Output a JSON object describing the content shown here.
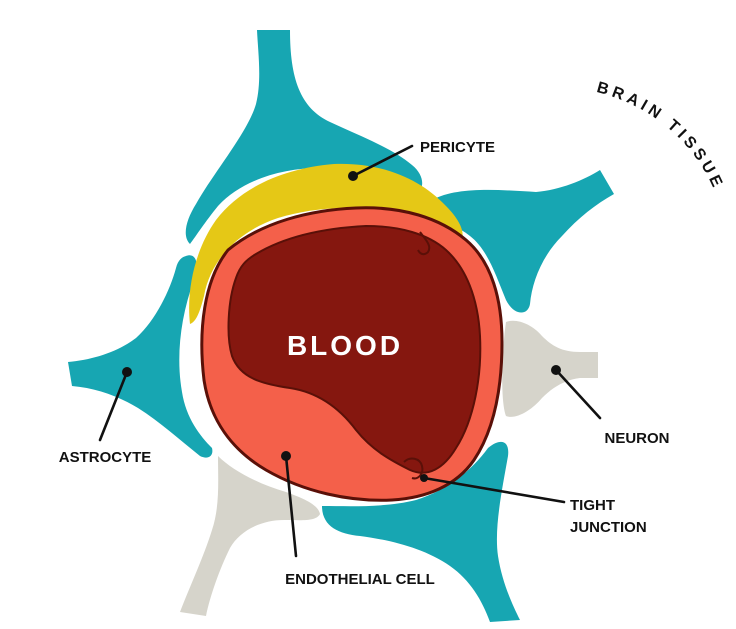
{
  "labels": {
    "blood": "BLOOD",
    "pericyte": "PERICYTE",
    "astrocyte": "ASTROCYTE",
    "neuron": "NEURON",
    "tight_junction_line1": "TIGHT",
    "tight_junction_line2": "JUNCTION",
    "endothelial_cell": "ENDOTHELIAL CELL",
    "brain_tissue": "BRAIN TISSUE"
  },
  "colors": {
    "astrocyte": "#17a6b2",
    "neuron": "#d6d4cb",
    "pericyte": "#e5c816",
    "endothelial": "#f4604a",
    "blood": "#85170f",
    "outline": "#5a1008"
  }
}
